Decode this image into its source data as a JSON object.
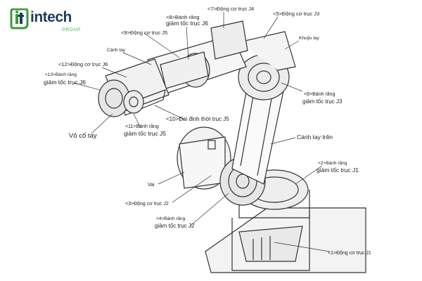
{
  "brand": {
    "logo_text": "intech",
    "logo_sub": "GROUP",
    "logo_color": "#1f3c5c",
    "accent_color": "#3a9a3a"
  },
  "labels": {
    "j4_motor": "<7>Động cơ trục J4",
    "j3_motor": "<5>Động cơ trục J3",
    "j6_gear_top_1": "<8>Bánh răng",
    "j6_gear_top_2": "giảm tốc trục J6",
    "j5_motor": "<9>Động cơ trục J5",
    "forearm": "Cánh tay",
    "elbow": "Khuỷu tay",
    "j6_motor": "<12>Động cơ trục J6",
    "j6_gear_left_1": "<13>Bánh răng",
    "j6_gear_left_2": "giảm tốc trục J6",
    "j3_gear_1": "<6>Bánh răng",
    "j3_gear_2": "giảm tốc trục J3",
    "j5_belt": "<10>Đai đinh thời trục J5",
    "wrist_housing": "Vỏ cổ tay",
    "j5_gear_1": "<11>Bánh răng",
    "j5_gear_2": "giảm tốc trục J5",
    "upper_arm": "Cánh tay trên",
    "j1_gear_1": "<2>Bánh răng",
    "j1_gear_2": "giảm tốc trục J1",
    "shoulder": "Vai",
    "j2_motor": "<3>Động cơ trục J2",
    "j2_gear_1": "<4>Bánh răng",
    "j2_gear_2": "giảm tốc trục J2",
    "j1_motor": "<1>Động cơ trục J1"
  }
}
